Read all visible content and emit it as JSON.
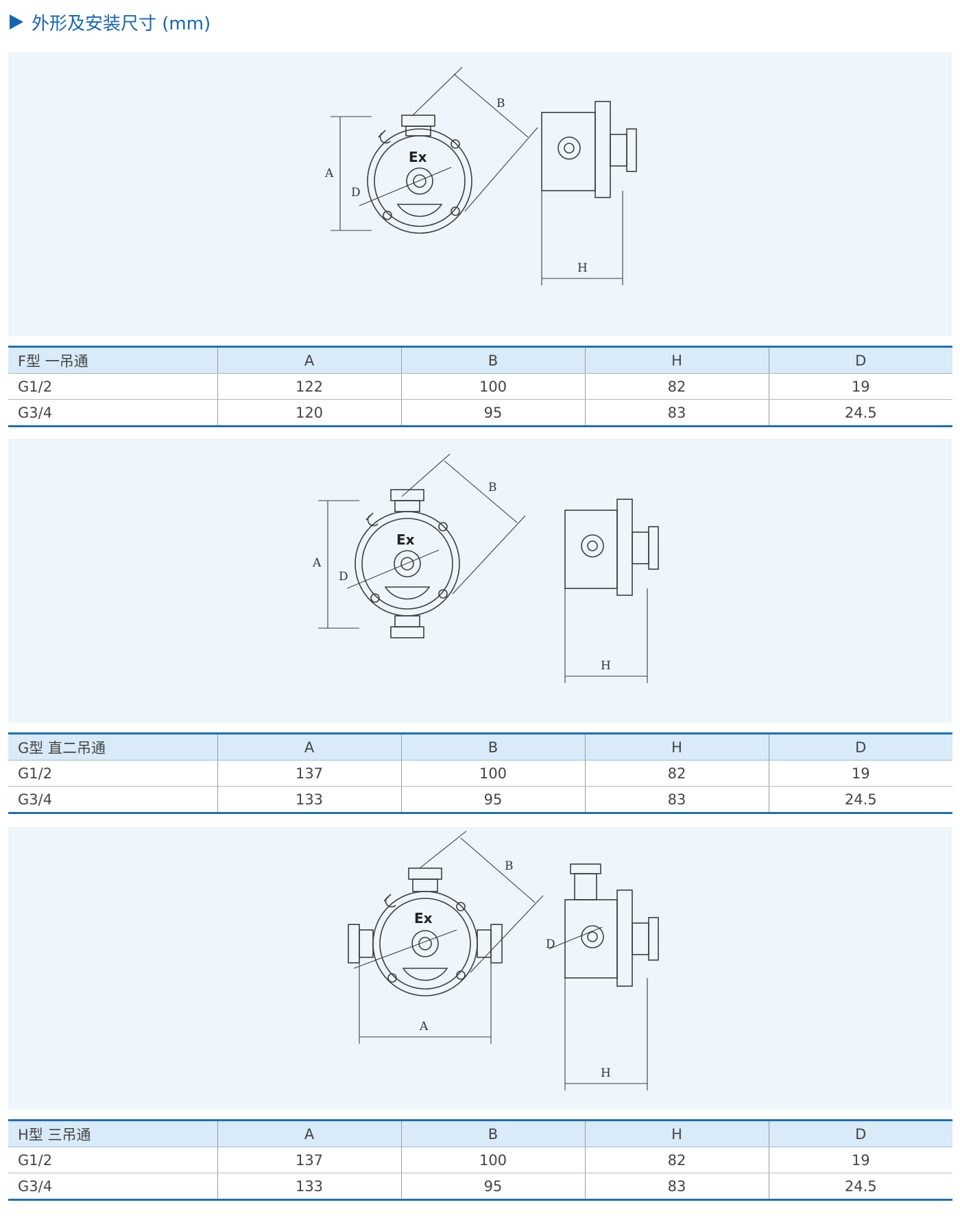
{
  "header": {
    "title": "外形及安装尺寸 (mm)"
  },
  "drawing_labels": {
    "a": "A",
    "b": "B",
    "d": "D",
    "h": "H",
    "ex": "Ex"
  },
  "tables": [
    {
      "type_label": "F型 一吊通",
      "columns": [
        "A",
        "B",
        "H",
        "D"
      ],
      "rows": [
        {
          "name": "G1/2",
          "values": [
            "122",
            "100",
            "82",
            "19"
          ]
        },
        {
          "name": "G3/4",
          "values": [
            "120",
            "95",
            "83",
            "24.5"
          ]
        }
      ]
    },
    {
      "type_label": "G型 直二吊通",
      "columns": [
        "A",
        "B",
        "H",
        "D"
      ],
      "rows": [
        {
          "name": "G1/2",
          "values": [
            "137",
            "100",
            "82",
            "19"
          ]
        },
        {
          "name": "G3/4",
          "values": [
            "133",
            "95",
            "83",
            "24.5"
          ]
        }
      ]
    },
    {
      "type_label": "H型 三吊通",
      "columns": [
        "A",
        "B",
        "H",
        "D"
      ],
      "rows": [
        {
          "name": "G1/2",
          "values": [
            "137",
            "100",
            "82",
            "19"
          ]
        },
        {
          "name": "G3/4",
          "values": [
            "133",
            "95",
            "83",
            "24.5"
          ]
        }
      ]
    }
  ]
}
